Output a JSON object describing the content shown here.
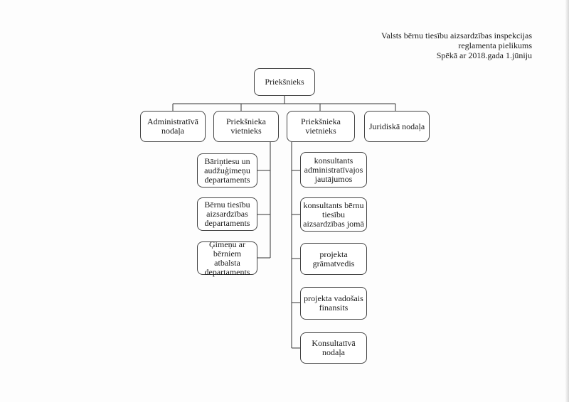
{
  "header": {
    "line1": "Valsts bērnu tiesību aizsardzības inspekcijas",
    "line2": "reglamenta pielikums",
    "line3": "Spēkā ar 2018.gada 1.jūniju"
  },
  "org_chart": {
    "root": "Priekšnieks",
    "level2": [
      "Administratīvā nodaļa",
      "Priekšnieka vietnieks",
      "Priekšnieka vietnieks",
      "Juridiskā nodaļa"
    ],
    "deputy1_units": [
      "Bāriņtiesu un audžuģimeņu departaments",
      "Bērnu tiesību aizsardzības departaments",
      "Ģimeņu ar bērniem atbalsta departaments"
    ],
    "deputy2_units": [
      "konsultants administratīvajos jautājumos",
      "konsultants bērnu tiesību aizsardzības jomā",
      "projekta grāmatvedis",
      "projekta vadošais finansits",
      "Konsultatīvā nodaļa"
    ]
  }
}
